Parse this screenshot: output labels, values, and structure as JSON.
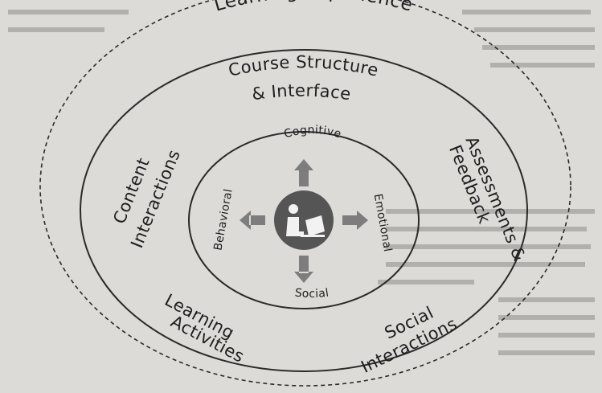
{
  "diagram": {
    "outer_title": "Learning Experience",
    "middle_ring": {
      "top": [
        "Course Structure",
        "& Interface"
      ],
      "left": [
        "Content",
        "Interactions"
      ],
      "right": [
        "Assessments &",
        "Feedback"
      ],
      "bottom_left": [
        "Learning",
        "Activities"
      ],
      "bottom_right": [
        "Social",
        "Interactions"
      ]
    },
    "inner_ring": {
      "top": "Cognitive",
      "left": "Behavioral",
      "right": "Emotional",
      "bottom": "Social"
    },
    "center_icon": "learner-at-laptop-icon"
  },
  "colors": {
    "paper": "#dddbd7",
    "ink": "#1e1e1e",
    "arrow": "#7d7d7d",
    "hub": "#555555"
  }
}
